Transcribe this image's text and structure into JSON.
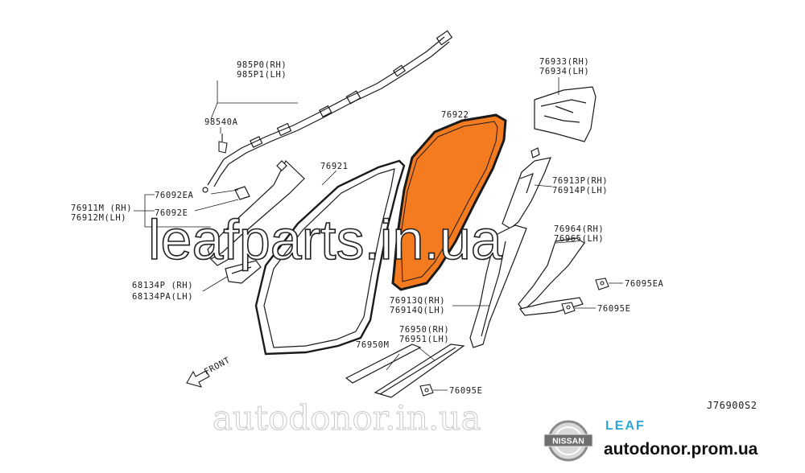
{
  "parts": [
    {
      "id": "p1",
      "text": "985P0(RH)"
    },
    {
      "id": "p2",
      "text": "985P1(LH)"
    },
    {
      "id": "p3",
      "text": "98540A"
    },
    {
      "id": "p4",
      "text": "76092EA"
    },
    {
      "id": "p5",
      "text": "76911M (RH)"
    },
    {
      "id": "p6",
      "text": "76912M(LH)"
    },
    {
      "id": "p7",
      "text": "76092E"
    },
    {
      "id": "p8",
      "text": "68134P (RH)"
    },
    {
      "id": "p9",
      "text": "68134PA(LH)"
    },
    {
      "id": "p10",
      "text": "76921"
    },
    {
      "id": "p11",
      "text": "76922"
    },
    {
      "id": "p12",
      "text": "76933(RH)"
    },
    {
      "id": "p13",
      "text": "76934(LH)"
    },
    {
      "id": "p14",
      "text": "76913P(RH)"
    },
    {
      "id": "p15",
      "text": "76914P(LH)"
    },
    {
      "id": "p16",
      "text": "76964(RH)"
    },
    {
      "id": "p17",
      "text": "76965(LH)"
    },
    {
      "id": "p18",
      "text": "76095EA"
    },
    {
      "id": "p19",
      "text": "76913Q(RH)"
    },
    {
      "id": "p20",
      "text": "76914Q(LH)"
    },
    {
      "id": "p21",
      "text": "76095E"
    },
    {
      "id": "p22",
      "text": "76950(RH)"
    },
    {
      "id": "p23",
      "text": "76951(LH)"
    },
    {
      "id": "p24",
      "text": "76950M"
    },
    {
      "id": "p25",
      "text": "76095E"
    }
  ],
  "front_label": "FRONT",
  "diagram_code": "J76900S2",
  "watermark_main": "leafparts.in.ua",
  "watermark_footer": "autodonor.in.ua",
  "logo": {
    "text": "NISSAN",
    "icon": "nissan-logo-icon"
  },
  "model_label": "LEAF",
  "site_label": "autodonor.prom.ua",
  "colors": {
    "highlight": "#f47b20",
    "line": "#1a1a1a",
    "model": "#2aa7d6"
  }
}
